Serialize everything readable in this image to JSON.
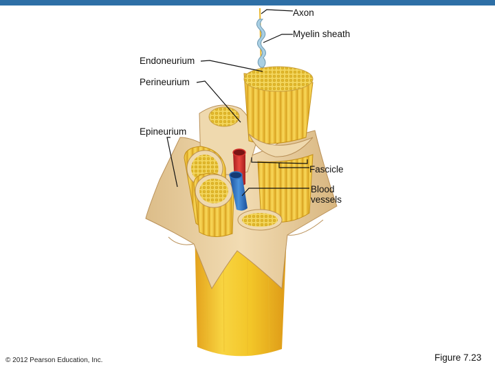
{
  "labels": {
    "axon": "Axon",
    "myelin_sheath": "Myelin sheath",
    "endoneurium": "Endoneurium",
    "perineurium": "Perineurium",
    "epineurium": "Epineurium",
    "fascicle": "Fascicle",
    "blood_vessels_line1": "Blood",
    "blood_vessels_line2": "vessels"
  },
  "copyright": "© 2012 Pearson Education, Inc.",
  "figure_label": "Figure 7.23",
  "colors": {
    "header_bar": "#2e6fa6",
    "nerve_yellow": "#f2c42a",
    "sheath_tan": "#ecd3a6",
    "artery_red": "#d8342f",
    "vein_blue": "#2d72c4",
    "myelin_blue": "#a9cfe3"
  }
}
